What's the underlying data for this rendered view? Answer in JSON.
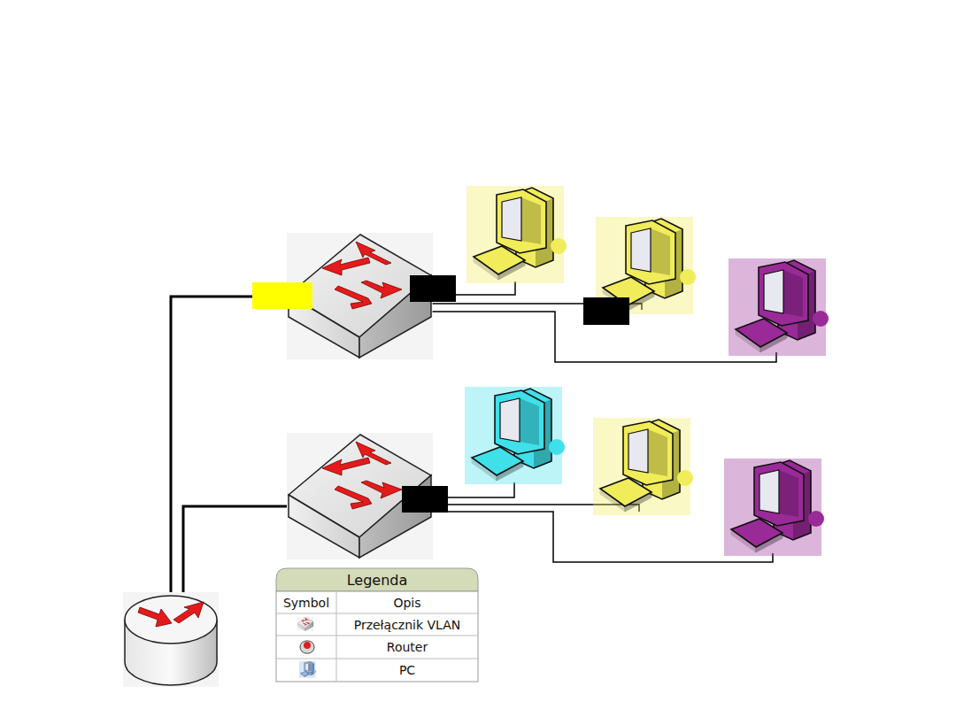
{
  "diagram": {
    "labels": [
      "Legenda",
      "Symbol",
      "Opis"
    ],
    "legend": [
      {
        "text": "Przełącznik VLAN"
      },
      {
        "text": "Router"
      },
      {
        "text": "PC"
      }
    ]
  }
}
